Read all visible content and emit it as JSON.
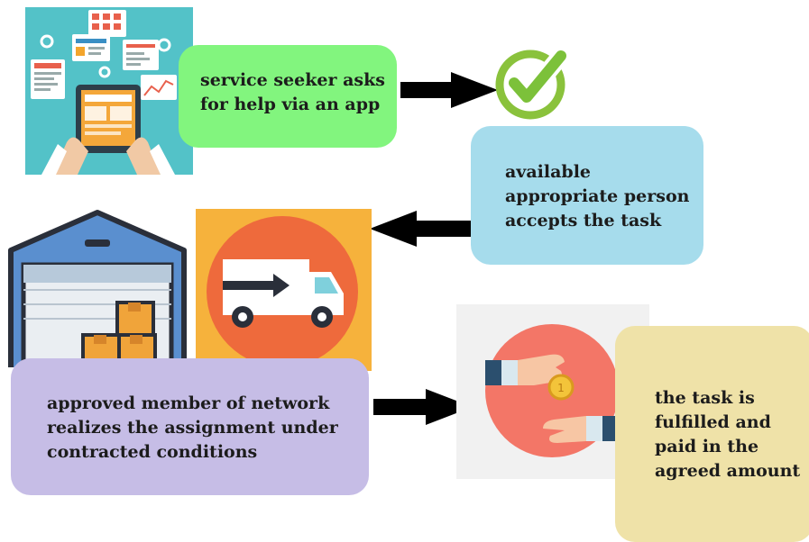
{
  "steps": {
    "request": {
      "lines": [
        "service seeker asks",
        "for help via an app"
      ],
      "color": "#82f57e"
    },
    "accept": {
      "lines": [
        "available",
        "appropriate person",
        "accepts the task"
      ],
      "color": "#a6dcec"
    },
    "realize": {
      "lines": [
        "approved member of network",
        "realizes the assignment under",
        "contracted conditions"
      ],
      "color": "#c6bde6"
    },
    "payment": {
      "lines": [
        "the task is",
        "fulfilled and",
        "paid in the",
        "agreed amount"
      ],
      "color": "#efe2a8"
    }
  },
  "icons": {
    "app": "tablet-app-icon",
    "check": "checkmark-icon",
    "warehouse": "warehouse-icon",
    "truck": "delivery-truck-icon",
    "payment": "hand-coin-payment-icon"
  }
}
